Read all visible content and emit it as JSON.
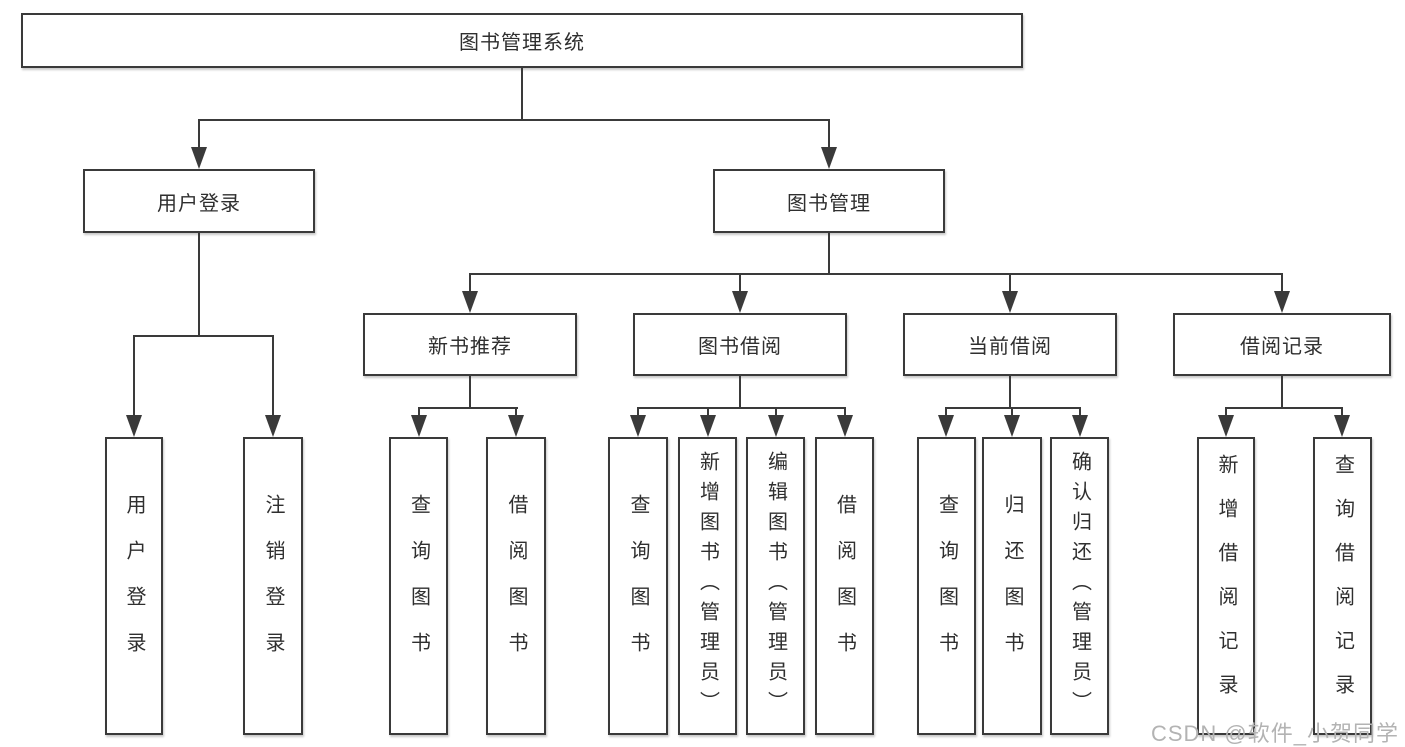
{
  "colors": {
    "line": "#3a3a3a",
    "box_border": "#3a3a3a",
    "box_fill": "#ffffff",
    "text": "#2f2f2f",
    "watermark_text": "#b3b3b3"
  },
  "watermark": {
    "text": "CSDN @软件_小贺同学"
  },
  "tree": {
    "label": "图书管理系统",
    "children": [
      {
        "label": "用户登录",
        "children": [
          {
            "label": "用户登录"
          },
          {
            "label": "注销登录"
          }
        ]
      },
      {
        "label": "图书管理",
        "children": [
          {
            "label": "新书推荐",
            "children": [
              {
                "label": "查询图书"
              },
              {
                "label": "借阅图书"
              }
            ]
          },
          {
            "label": "图书借阅",
            "children": [
              {
                "label": "查询图书"
              },
              {
                "label": "新增图书（管理员）"
              },
              {
                "label": "编辑图书（管理员）"
              },
              {
                "label": "借阅图书"
              }
            ]
          },
          {
            "label": "当前借阅",
            "children": [
              {
                "label": "查询图书"
              },
              {
                "label": "归还图书"
              },
              {
                "label": "确认归还（管理员）"
              }
            ]
          },
          {
            "label": "借阅记录",
            "children": [
              {
                "label": "新增借阅记录"
              },
              {
                "label": "查询借阅记录"
              }
            ]
          }
        ]
      }
    ]
  }
}
